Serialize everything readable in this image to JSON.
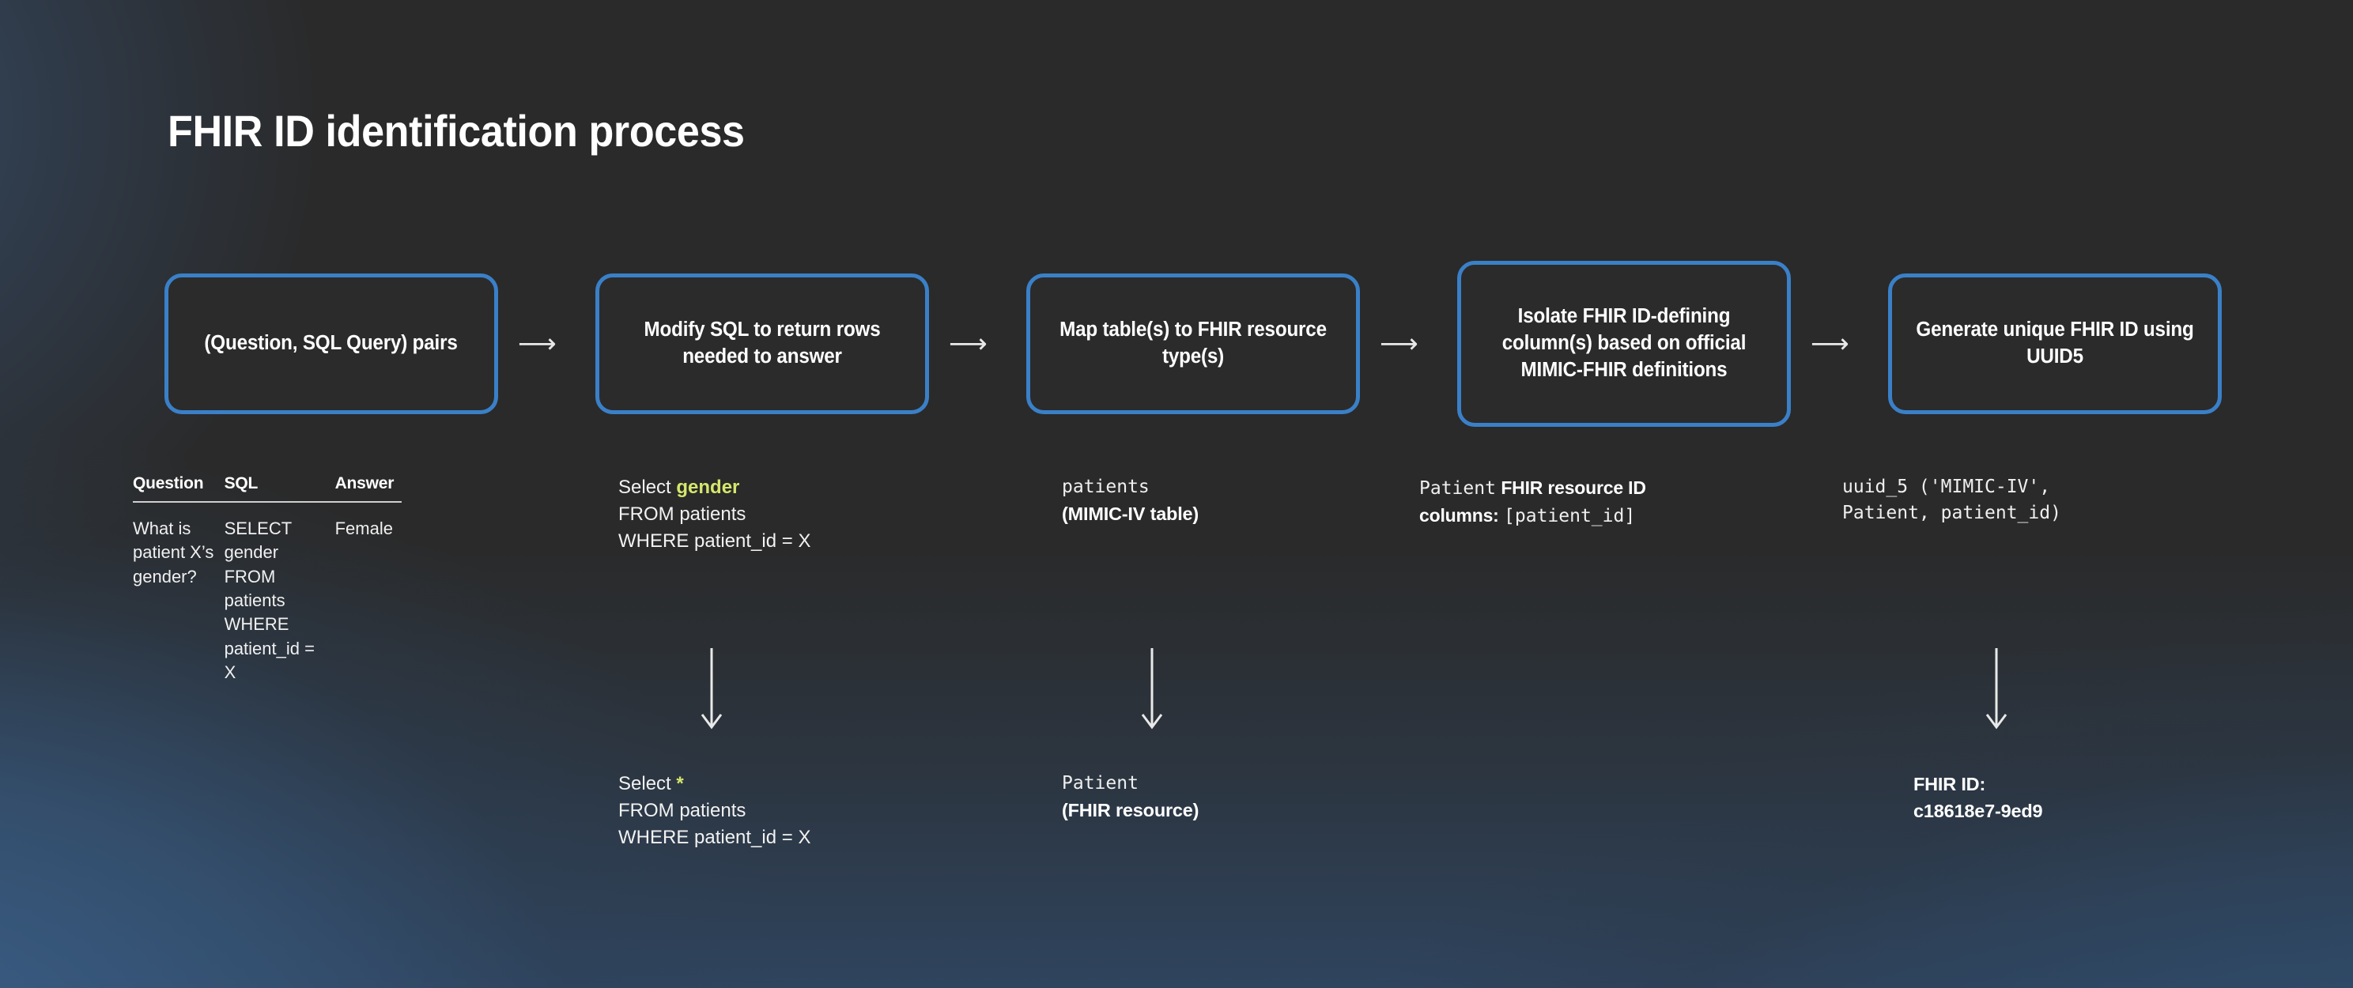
{
  "title": "FHIR ID identification process",
  "colors": {
    "node_border": "#3a80c8",
    "node_fill": "#2b2b2b",
    "highlight": "#d6e76c",
    "text": "#ffffff",
    "background_dark": "#2a2a2a",
    "background_blue": "#30496b"
  },
  "flow": {
    "arrow_glyph": "⟶",
    "nodes": [
      {
        "label": "(Question, SQL Query) pairs"
      },
      {
        "label": "Modify SQL to return rows needed to answer"
      },
      {
        "label": "Map table(s) to FHIR resource type(s)"
      },
      {
        "label": "Isolate FHIR ID-defining column(s) based on official MIMIC-FHIR definitions"
      },
      {
        "label": "Generate unique FHIR ID using UUID5"
      }
    ]
  },
  "details": {
    "qa_table": {
      "headers": [
        "Question",
        "SQL",
        "Answer"
      ],
      "rows": [
        {
          "question": "What is patient X’s gender?",
          "sql": "SELECT gender FROM patients WHERE patient_id = X",
          "answer": "Female"
        }
      ]
    },
    "sql_step": {
      "before": {
        "line1_prefix": "Select ",
        "line1_highlight": "gender",
        "line2": "FROM patients",
        "line3": "WHERE patient_id = X"
      },
      "after": {
        "line1_prefix": "Select ",
        "line1_highlight": "*",
        "line2": "FROM patients",
        "line3": "WHERE patient_id = X"
      }
    },
    "mapping_step": {
      "before": {
        "mono": "patients",
        "bold": "(MIMIC-IV table)"
      },
      "after": {
        "mono": "Patient",
        "bold": "(FHIR resource)"
      }
    },
    "isolate_step": {
      "line1_mono": "Patient",
      "line1_bold": "FHIR resource ID",
      "line2_bold": "columns:",
      "line2_mono": "[patient_id]"
    },
    "uuid_step": {
      "call_line1": "uuid_5 ('MIMIC-IV',",
      "call_line2": "Patient, patient_id)",
      "result_label": "FHIR ID:",
      "result_value": "c18618e7-9ed9"
    }
  }
}
